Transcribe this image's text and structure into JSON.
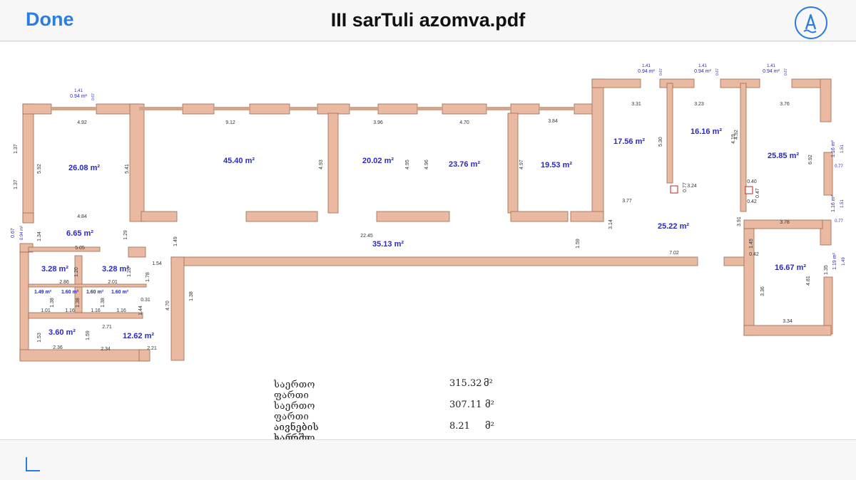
{
  "nav": {
    "done_label": "Done",
    "title": "III sarTuli azomva.pdf",
    "markup_icon": "markup-pen-icon",
    "thumbnail_icon": "page-thumbnail-icon",
    "accent": "#2a7de1"
  },
  "plan": {
    "wall_color": "#e9b9a1",
    "label_color": "#2a2ac0",
    "rooms": [
      {
        "area": "26.08 m²"
      },
      {
        "area": "45.40 m²"
      },
      {
        "area": "20.02 m²"
      },
      {
        "area": "23.76 m²"
      },
      {
        "area": "19.53 m²"
      },
      {
        "area": "17.56 m²"
      },
      {
        "area": "16.16 m²"
      },
      {
        "area": "25.85 m²"
      },
      {
        "area": "25.22 m²"
      },
      {
        "area": "16.67 m²"
      },
      {
        "area": "6.65 m²"
      },
      {
        "area": "35.13 m²"
      },
      {
        "area": "3.28 m²"
      },
      {
        "area": "3.28 m²"
      },
      {
        "area": "3.60 m²"
      },
      {
        "area": "12.62 m²"
      },
      {
        "area": "1.49 m²"
      },
      {
        "area": "1.60 m²"
      },
      {
        "area": "1.60 m²"
      },
      {
        "area": "1.60 m²"
      }
    ],
    "niches": [
      {
        "a": "1.41",
        "b": "0.94 m²",
        "c": "0.67"
      },
      {
        "a": "1.41",
        "b": "0.94 m²",
        "c": "0.67"
      },
      {
        "a": "1.41",
        "b": "0.94 m²",
        "c": "0.67"
      },
      {
        "a": "1.41",
        "b": "0.94 m²",
        "c": "0.67"
      },
      {
        "a": "0.67",
        "b": "0.94 m²"
      },
      {
        "a": "1.16 m²",
        "b": "1.51",
        "c": "0.77"
      },
      {
        "a": "1.16 m²",
        "b": "1.51",
        "c": "0.77"
      },
      {
        "a": "1.19 m²",
        "b": "1.49"
      }
    ],
    "dims": [
      "4.92",
      "9.12",
      "3.96",
      "4.70",
      "3.84",
      "3.31",
      "3.23",
      "3.76",
      "1.37",
      "5.92",
      "1.37",
      "5.41",
      "4.93",
      "4.95",
      "4.96",
      "4.97",
      "5.30",
      "4.19",
      "4.92",
      "6.92",
      "4.84",
      "22.45",
      "3.77",
      "3.24",
      "0.77",
      "0.40",
      "0.47",
      "0.42",
      "3.91",
      "3.78",
      "3.14",
      "1.59",
      "7.02",
      "1.34",
      "1.29",
      "1.49",
      "5.05",
      "1.45",
      "0.42",
      "1.35",
      "3.36",
      "4.81",
      "3.34",
      "2.86",
      "2.01",
      "1.20",
      "1.20",
      "1.54",
      "1.78",
      "1.38",
      "1.38",
      "1.38",
      "1.01",
      "1.16",
      "1.16",
      "1.16",
      "0.31",
      "1.44",
      "4.70",
      "1.38",
      "2.71",
      "1.53",
      "1.59",
      "2.36",
      "2.34",
      "2.21"
    ]
  },
  "summary": [
    {
      "label": "საერთო ფართი",
      "value": "315.32",
      "unit": "მ²"
    },
    {
      "label": "საერთო ფართი აივნების გარეშე",
      "value": "307.11",
      "unit": "მ²"
    },
    {
      "label": "აივნების საერთო ფართი",
      "value": "8.21",
      "unit": "მ²"
    }
  ]
}
